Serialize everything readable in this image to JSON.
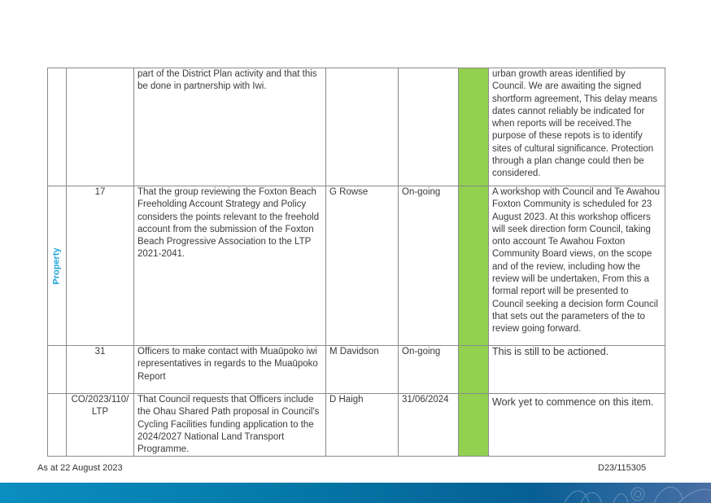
{
  "table": {
    "rows": [
      {
        "category": "",
        "ref": "",
        "action": "part of the District Plan activity and that this be done in partnership with Iwi.",
        "responsible": "",
        "due": "",
        "status_color": "#92d050",
        "comment": "urban growth areas identified by Council.  We are awaiting the signed shortform agreement,  This delay means dates cannot reliably be indicated for when reports will be received.The purpose of these repots is to identify sites of cultural significance.   Protection through a plan change could then be considered."
      },
      {
        "category": "Property",
        "ref": "17",
        "action": "That the group reviewing the Foxton Beach Freeholding Account Strategy and Policy considers the points relevant to the freehold account from the submission of the Foxton Beach Progressive Association to the LTP 2021-2041.",
        "responsible": "G Rowse",
        "due": "On-going",
        "status_color": "#92d050",
        "comment": "A workshop with Council and Te Awahou Foxton Community is scheduled for 23 August 2023.  At this workshop officers will seek direction form Council, taking onto account Te Awahou Foxton Community Board views, on the scope and of the review, including how the review will be undertaken, From this a formal report will be presented to Council seeking a decision form Council that sets out the parameters of the to review going forward."
      },
      {
        "category": "",
        "ref": "31",
        "action": "Officers to make contact with Muaūpoko iwi representatives in regards to the Muaūpoko Report",
        "responsible": "M Davidson",
        "due": "On-going",
        "status_color": "#92d050",
        "comment": "This is still to be actioned."
      },
      {
        "category": "",
        "ref": "CO/2023/110/ LTP",
        "action": "That Council requests that Officers include the Ohau Shared Path proposal in Council's Cycling Facilities funding application to the 2024/2027 National Land Transport Programme.",
        "responsible": "D Haigh",
        "due": "31/06/2024",
        "status_color": "#92d050",
        "comment": "Work yet to commence on this item."
      }
    ]
  },
  "footer": {
    "date": "As at 22 August 2023",
    "doc_ref": "D23/115305"
  }
}
